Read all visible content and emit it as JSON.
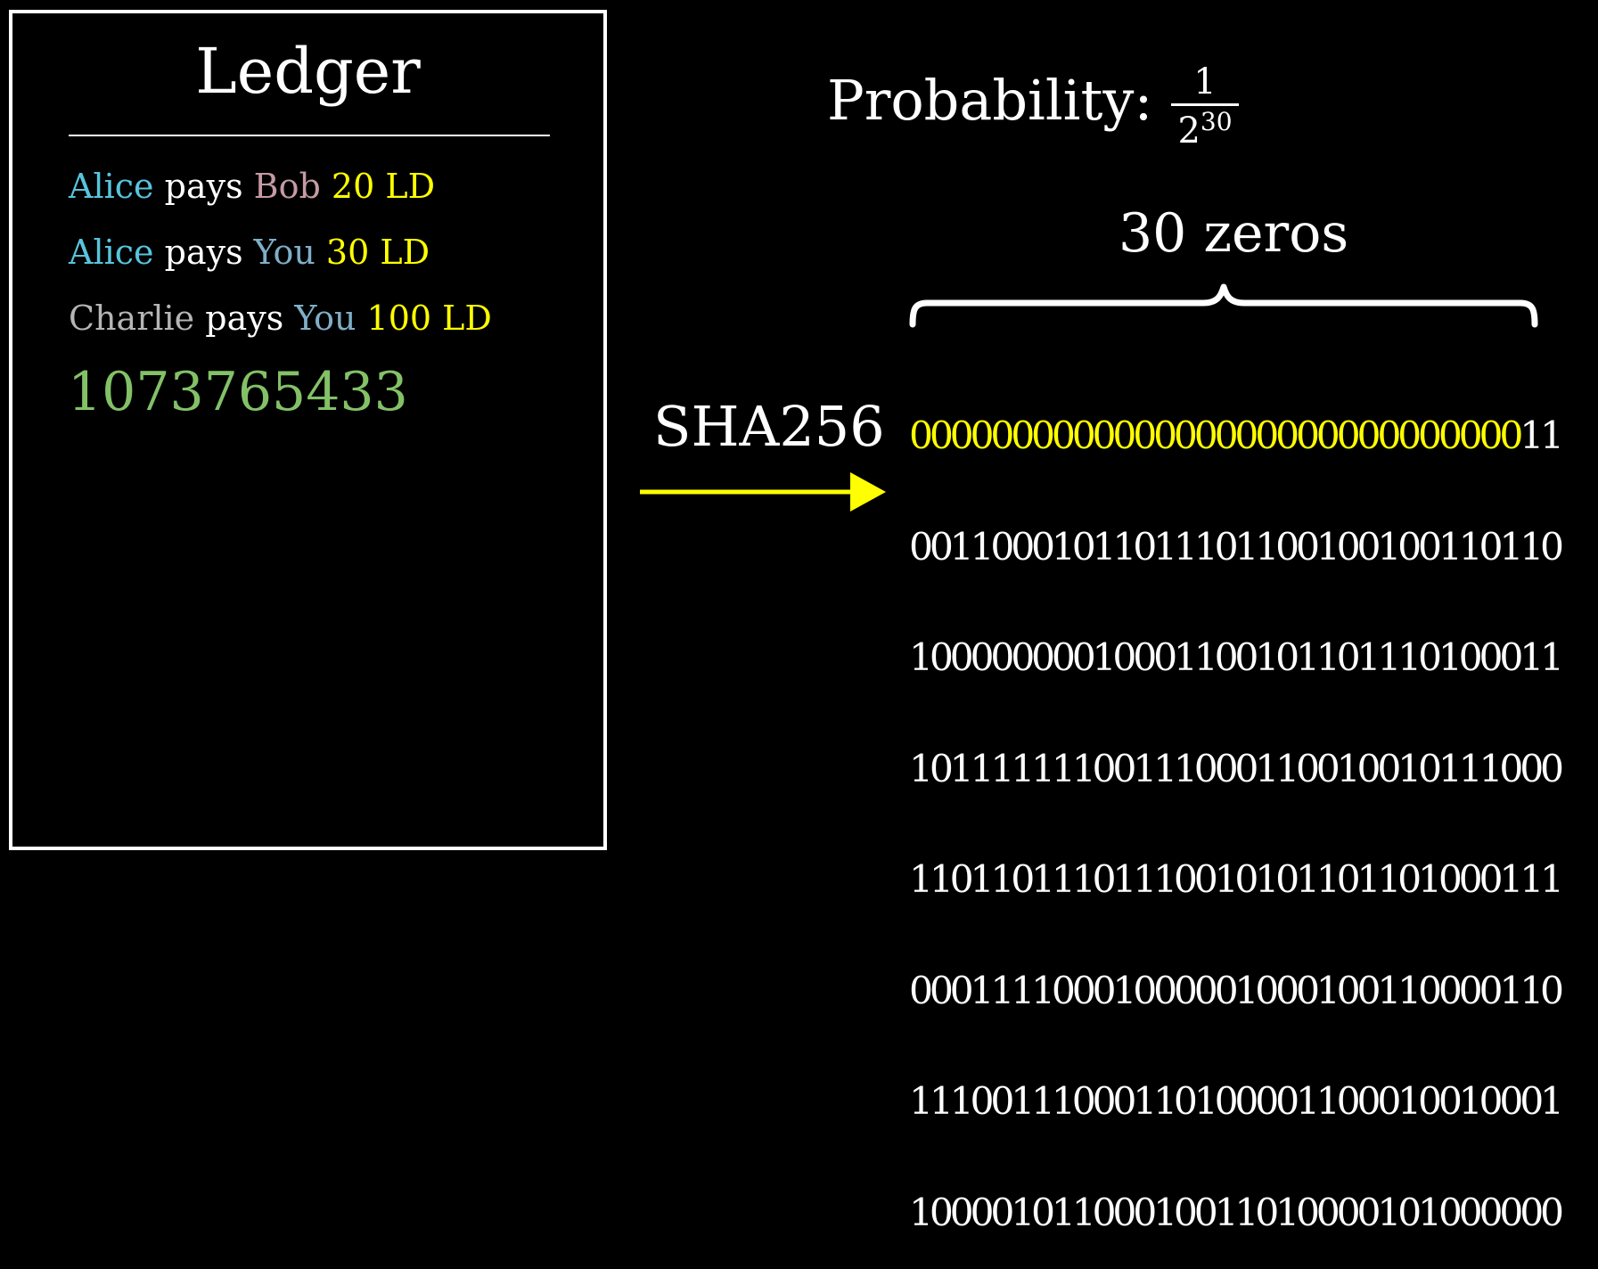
{
  "ledger": {
    "title": "Ledger",
    "entries": [
      {
        "from": "Alice",
        "from_color": "#58c4dd",
        "verb": "pays",
        "to": "Bob",
        "to_color": "#c59ba4",
        "amount": "20 LD",
        "amount_color": "#ffff00"
      },
      {
        "from": "Alice",
        "from_color": "#58c4dd",
        "verb": "pays",
        "to": "You",
        "to_color": "#7fafc7",
        "amount": "30 LD",
        "amount_color": "#ffff00"
      },
      {
        "from": "Charlie",
        "from_color": "#b5b5b5",
        "verb": "pays",
        "to": "You",
        "to_color": "#7fafc7",
        "amount": "100 LD",
        "amount_color": "#ffff00"
      }
    ],
    "nonce": "1073765433",
    "nonce_color": "#83c167"
  },
  "probability": {
    "label": "Probability:",
    "numerator": "1",
    "base": "2",
    "exponent": "30"
  },
  "brace_label": "30 zeros",
  "arrow": {
    "label": "SHA256",
    "color": "#ffff00"
  },
  "hash": {
    "zeros_highlight": "000000000000000000000000000000",
    "first_line_rest": "11",
    "lines": [
      "00110001011011101100100100110110",
      "10000000010001100101101110100011",
      "10111111100111000110010010111000",
      "11011011101110010101101101000111",
      "00011110001000001000100110000110",
      "11100111000110100001100010010001",
      "10000101100010011010000101000000"
    ],
    "highlight_color": "#ffff00"
  }
}
